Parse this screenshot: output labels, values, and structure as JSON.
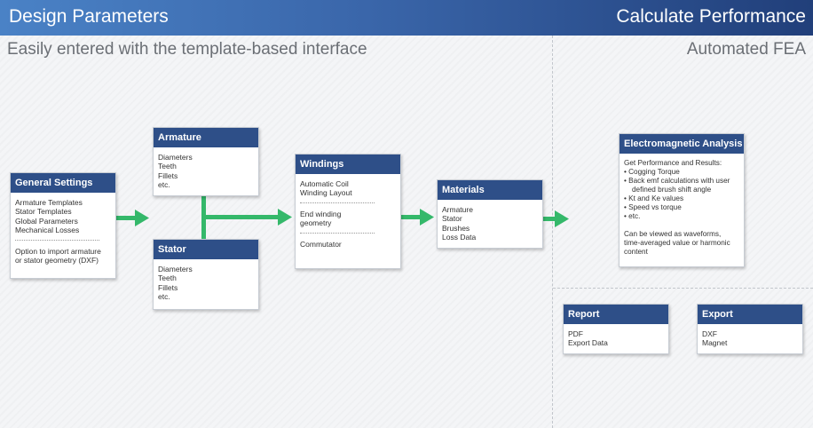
{
  "header": {
    "left_title": "Design Parameters",
    "right_title": "Calculate Performance"
  },
  "subtitles": {
    "left": "Easily entered with the template-based interface",
    "right": "Automated FEA"
  },
  "colors": {
    "header_start": "#4a82c6",
    "header_end": "#213f7a",
    "card_header": "#2e4f88",
    "arrow_green": "#34b86a"
  },
  "cards": {
    "general": {
      "title": "General Settings",
      "items": [
        "Armature Templates",
        "Stator Templates",
        "Global Parameters",
        "Mechanical Losses"
      ],
      "note": [
        "Option to import armature",
        "or stator geometry (DXF)"
      ]
    },
    "armature": {
      "title": "Armature",
      "items": [
        "Diameters",
        "Teeth",
        "Fillets",
        "etc."
      ]
    },
    "stator": {
      "title": "Stator",
      "items": [
        "Diameters",
        "Teeth",
        "Fillets",
        "etc."
      ]
    },
    "windings": {
      "title": "Windings",
      "items": [
        "Automatic Coil",
        "Winding Layout",
        "End winding",
        "geometry",
        "Commutator"
      ]
    },
    "materials": {
      "title": "Materials",
      "items": [
        "Armature",
        "Stator",
        "Brushes",
        "Loss Data"
      ]
    },
    "em": {
      "title": "Electromagnetic Analysis",
      "intro": "Get Performance and Results:",
      "bullets": [
        "• Cogging Torque",
        "• Back emf calculations with user",
        "defined brush shift angle",
        "• Kt and Ke values",
        "• Speed vs torque",
        "• etc."
      ],
      "outro": [
        "Can be viewed as waveforms,",
        "time-averaged value or harmonic",
        "content"
      ]
    },
    "report": {
      "title": "Report",
      "items": [
        "PDF",
        "Export Data"
      ]
    },
    "export": {
      "title": "Export",
      "items": [
        "DXF",
        "Magnet"
      ]
    }
  }
}
